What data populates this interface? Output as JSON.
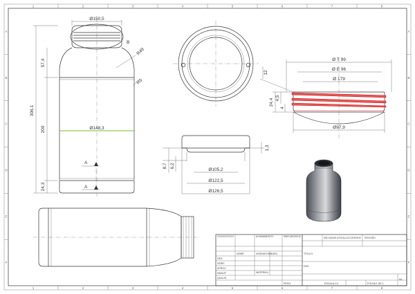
{
  "sheet": {
    "columns": [
      "1",
      "2",
      "3",
      "4",
      "5",
      "6",
      "7",
      "8"
    ],
    "rows": [
      "A",
      "B",
      "C",
      "D",
      "E",
      "F"
    ]
  },
  "front_view": {
    "dims": {
      "top_dia": "Ø150,5",
      "body_dia": "Ø148,3",
      "height": "306,1",
      "body_h": "200",
      "shoulder_h": "57,4",
      "base_h": "24,3",
      "r_shoulder": "R49",
      "r_small": "R5"
    },
    "section_label": "A",
    "detail_label": "B"
  },
  "top_view": {},
  "base_view": {
    "dims": {
      "d1": "Ø105,2",
      "d2": "Ø122,5",
      "d3": "Ø126,5",
      "h1": "8,7",
      "h2": "6,2",
      "h3": "1,3"
    }
  },
  "neck_detail": {
    "dims": {
      "d_t": "Ø T 99",
      "d_e": "Ø E 96",
      "d_i": "Ø 179",
      "d_o": "Ø97,9",
      "h_total": "24,4",
      "h_a": "4,5",
      "h_b": "4",
      "h_c": "12"
    }
  },
  "title_block": {
    "col_headers": [
      "NOME",
      "ASSINATURA",
      "DATA"
    ],
    "row_labels": [
      "DES.",
      "VERIF.",
      "APROV.",
      "MANUF.",
      "QUALID"
    ],
    "acabamento": "ACABAMENTO:",
    "rebarbar": "REBARBAR E QUEBRAR ARESTAS VIVAS",
    "nao_mudar": "NÃO MUDAR A ESCALA DO DESENHO",
    "revisao": "REVISÃO",
    "notes": "SE NÃO ESPECIFICADO: DIMENSÕES EM MILÍMETROS ACABAM. SUPERFÍCIE: TOLERÂNCIAS: LINEAR: ANGULAR:",
    "titulo": "TÍTULO:",
    "material": "MATERIAL:",
    "des": "DES.",
    "peso": "PESO:",
    "escala": "ESCALA:1:2",
    "folha": "FOLHA 1 DE 1",
    "a4": "A4"
  }
}
